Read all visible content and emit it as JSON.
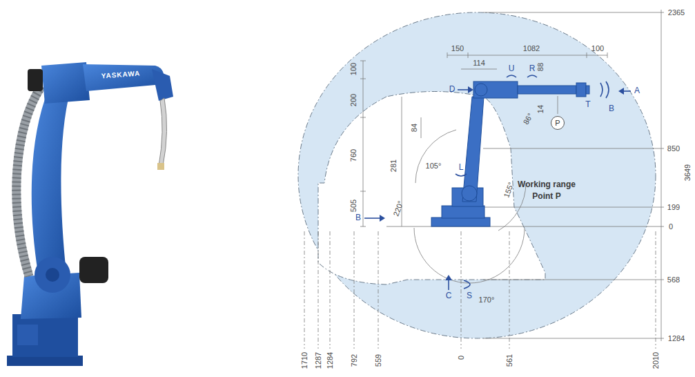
{
  "diagram": {
    "nodes": [
      {
        "text": [
          "P"
        ]
      }
    ],
    "labels": [
      "YASKAWA",
      "150",
      "1082",
      "100",
      "114",
      "U",
      "R",
      "88",
      "14",
      "D",
      "T",
      "B",
      "A",
      "100",
      "200",
      "281",
      "84",
      "760",
      "86°",
      "105°",
      "L",
      "155°",
      "Working range",
      "Point P",
      "505",
      "220°",
      "B",
      "C",
      "S",
      "170°",
      "2365",
      "3649",
      "850",
      "199",
      "0",
      "568",
      "1284",
      "1710",
      "1287",
      "1284",
      "792",
      "559",
      "0",
      "561",
      "2010"
    ]
  }
}
